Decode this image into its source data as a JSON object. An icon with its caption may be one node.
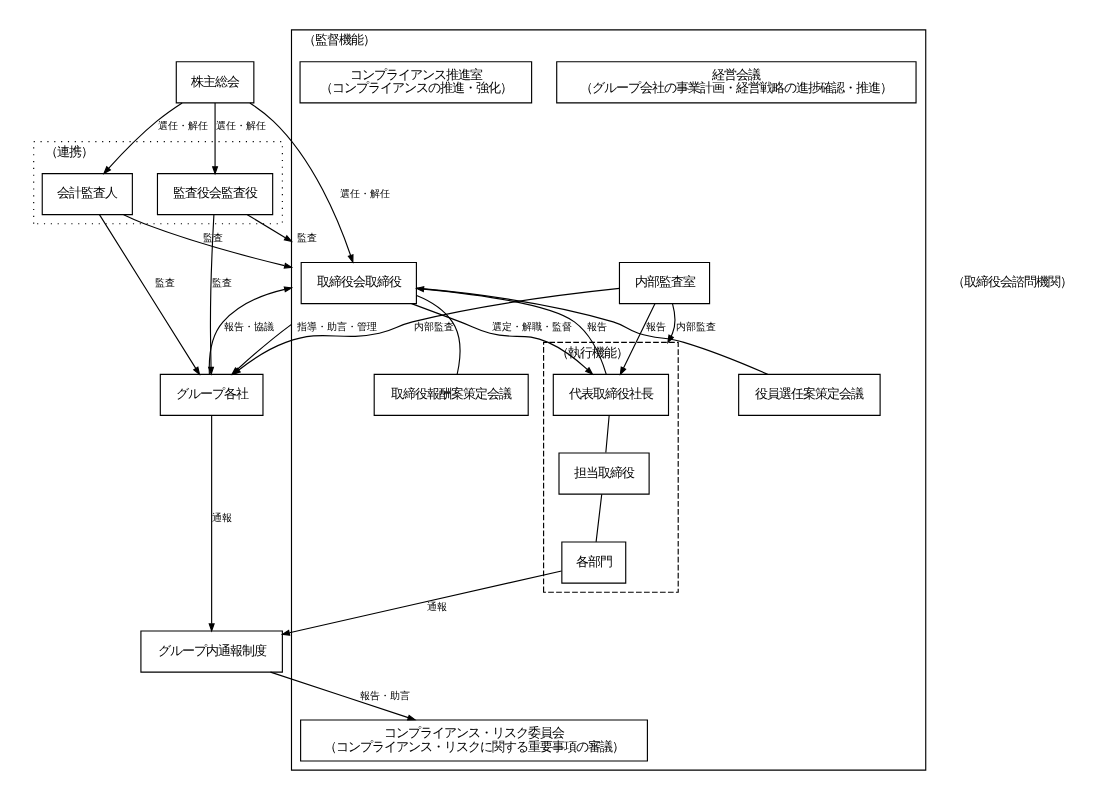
{
  "diagram": {
    "nodes": [
      {
        "text": [
          "株主総会"
        ]
      },
      {
        "text": [
          "（監督機能）"
        ]
      },
      {
        "text": [
          "取締役会取締役"
        ],
        "in": 1
      },
      {
        "text": [
          "役員選任案策定会議"
        ],
        "in": 1
      },
      {
        "text": [
          "取締役報酬案策定会議"
        ],
        "in": 1
      },
      {
        "text": [
          "（執行機能）"
        ],
        "in": 1
      },
      {
        "text": [
          "代表取締役社長"
        ],
        "in": 5
      },
      {
        "text": [
          "担当取締役"
        ],
        "in": 5
      },
      {
        "text": [
          "各部門"
        ],
        "in": 5
      },
      {
        "text": [
          "経営会議",
          "（グループ会社の事業計画・経営戦略の進捗確認・推進）"
        ],
        "in": 1
      },
      {
        "text": [
          "コンプライアンス推進室",
          "（コンプライアンスの推進・強化）"
        ],
        "in": 1
      },
      {
        "text": [
          "内部監査室"
        ],
        "in": 1
      },
      {
        "text": [
          "コンプライアンス・リスク委員会",
          "（コンプライアンス・リスクに関する重要事項の審議）"
        ],
        "in": 1
      },
      {
        "text": [
          "（連携）"
        ]
      },
      {
        "text": [
          "監査役会監査役"
        ],
        "in": 13
      },
      {
        "text": [
          "会計監査人"
        ],
        "in": 13
      },
      {
        "text": [
          "グループ内通報制度"
        ]
      },
      {
        "text": [
          "グループ各社"
        ]
      }
    ],
    "edges": [
      {
        "from": 0,
        "to": 2,
        "arrow": "to",
        "label": "選任・解任"
      },
      {
        "from": 0,
        "to": 14,
        "arrow": "to",
        "label": "選任・解任"
      },
      {
        "from": 0,
        "to": 15,
        "arrow": "to",
        "label": "選任・解任"
      },
      {
        "from": 2,
        "to": 3,
        "arrow": "none"
      },
      {
        "from": 2,
        "to": 4,
        "arrow": "none"
      },
      {
        "from": 2,
        "to": 6,
        "arrow": "to",
        "label": "選定・解職・監督"
      },
      {
        "from": 6,
        "to": 2,
        "arrow": "to",
        "label": "報告"
      },
      {
        "from": 6,
        "to": 7,
        "arrow": "none"
      },
      {
        "from": 7,
        "to": 8,
        "arrow": "none"
      },
      {
        "from": 11,
        "to": 6,
        "arrow": "to",
        "label": "報告"
      },
      {
        "from": 11,
        "to": 5,
        "arrow": "to",
        "label": "内部監査"
      },
      {
        "from": 11,
        "to": 17,
        "arrow": "to",
        "label": "内部監査"
      },
      {
        "from": 14,
        "to": 1,
        "arrow": "to",
        "label": "監査"
      },
      {
        "from": 15,
        "to": 1,
        "arrow": "to",
        "label": "監査"
      },
      {
        "from": 16,
        "to": 12,
        "arrow": "to",
        "label": "報告・助言"
      },
      {
        "from": 8,
        "to": 16,
        "arrow": "to",
        "label": "通報"
      },
      {
        "from": 1,
        "to": 17,
        "arrow": "to",
        "label": "指導・助言・管理"
      },
      {
        "from": 17,
        "to": 1,
        "arrow": "to",
        "label": "報告・協議"
      },
      {
        "from": 17,
        "to": 16,
        "arrow": "to",
        "label": "通報"
      },
      {
        "from": 15,
        "to": 17,
        "arrow": "to",
        "label": "監査"
      },
      {
        "from": 14,
        "to": 17,
        "arrow": "to",
        "label": "監査"
      }
    ],
    "labels": [
      "（取締役会諮問機関）"
    ]
  }
}
